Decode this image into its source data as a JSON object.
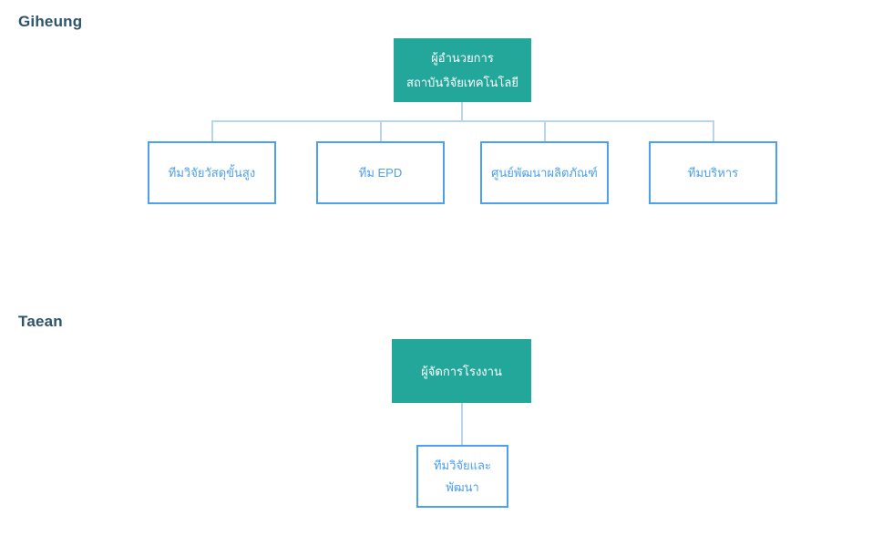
{
  "colors": {
    "primary_node_background": "#22a79a",
    "primary_node_text": "#ffffff",
    "secondary_node_border": "#4da0f0",
    "secondary_node_text": "#4a9ff3",
    "connector_line": "#b9d6e8",
    "section_label_text": "#2d5468",
    "page_background": "#ffffff"
  },
  "sections": {
    "giheung": {
      "label": "Giheung",
      "root": {
        "line1": "ผู้อำนวยการ",
        "line2": "สถาบันวิจัยเทคโนโลยี"
      },
      "children": [
        {
          "label": "ทีมวิจัยวัสดุขั้นสูง"
        },
        {
          "label": "ทีม EPD"
        },
        {
          "label": "ศูนย์พัฒนาผลิตภัณฑ์"
        },
        {
          "label": "ทีมบริหาร"
        }
      ]
    },
    "taean": {
      "label": "Taean",
      "root": {
        "line1": "ผู้จัดการโรงงาน"
      },
      "child": {
        "line1": "ทีมวิจัยและ",
        "line2": "พัฒนา"
      }
    }
  }
}
